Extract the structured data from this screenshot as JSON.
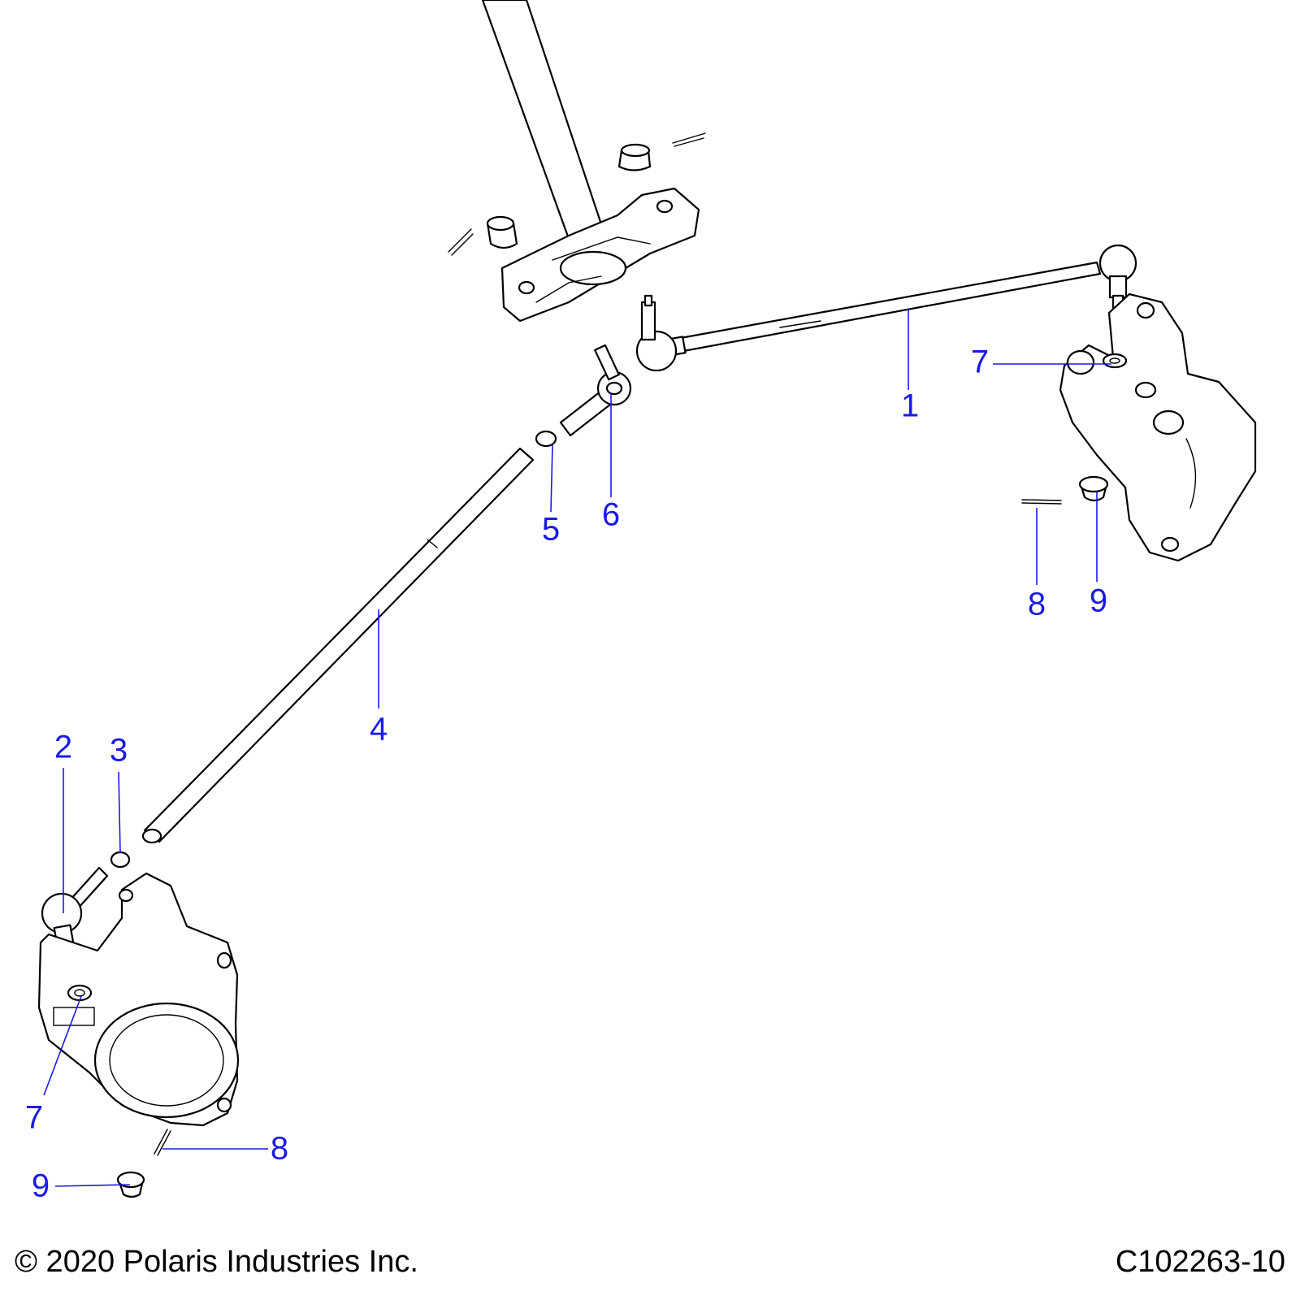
{
  "callouts": [
    {
      "id": "c1",
      "label": "1"
    },
    {
      "id": "c2",
      "label": "2"
    },
    {
      "id": "c3",
      "label": "3"
    },
    {
      "id": "c4",
      "label": "4"
    },
    {
      "id": "c5",
      "label": "5"
    },
    {
      "id": "c6",
      "label": "6"
    },
    {
      "id": "c7a",
      "label": "7"
    },
    {
      "id": "c7b",
      "label": "7"
    },
    {
      "id": "c8a",
      "label": "8"
    },
    {
      "id": "c8b",
      "label": "8"
    },
    {
      "id": "c9a",
      "label": "9"
    },
    {
      "id": "c9b",
      "label": "9"
    }
  ],
  "footer": {
    "copyright": "© 2020 Polaris Industries Inc.",
    "drawing_number": "C102263-10"
  },
  "colors": {
    "callout": "#1a1ae6",
    "line": "#000000",
    "background": "#ffffff"
  }
}
